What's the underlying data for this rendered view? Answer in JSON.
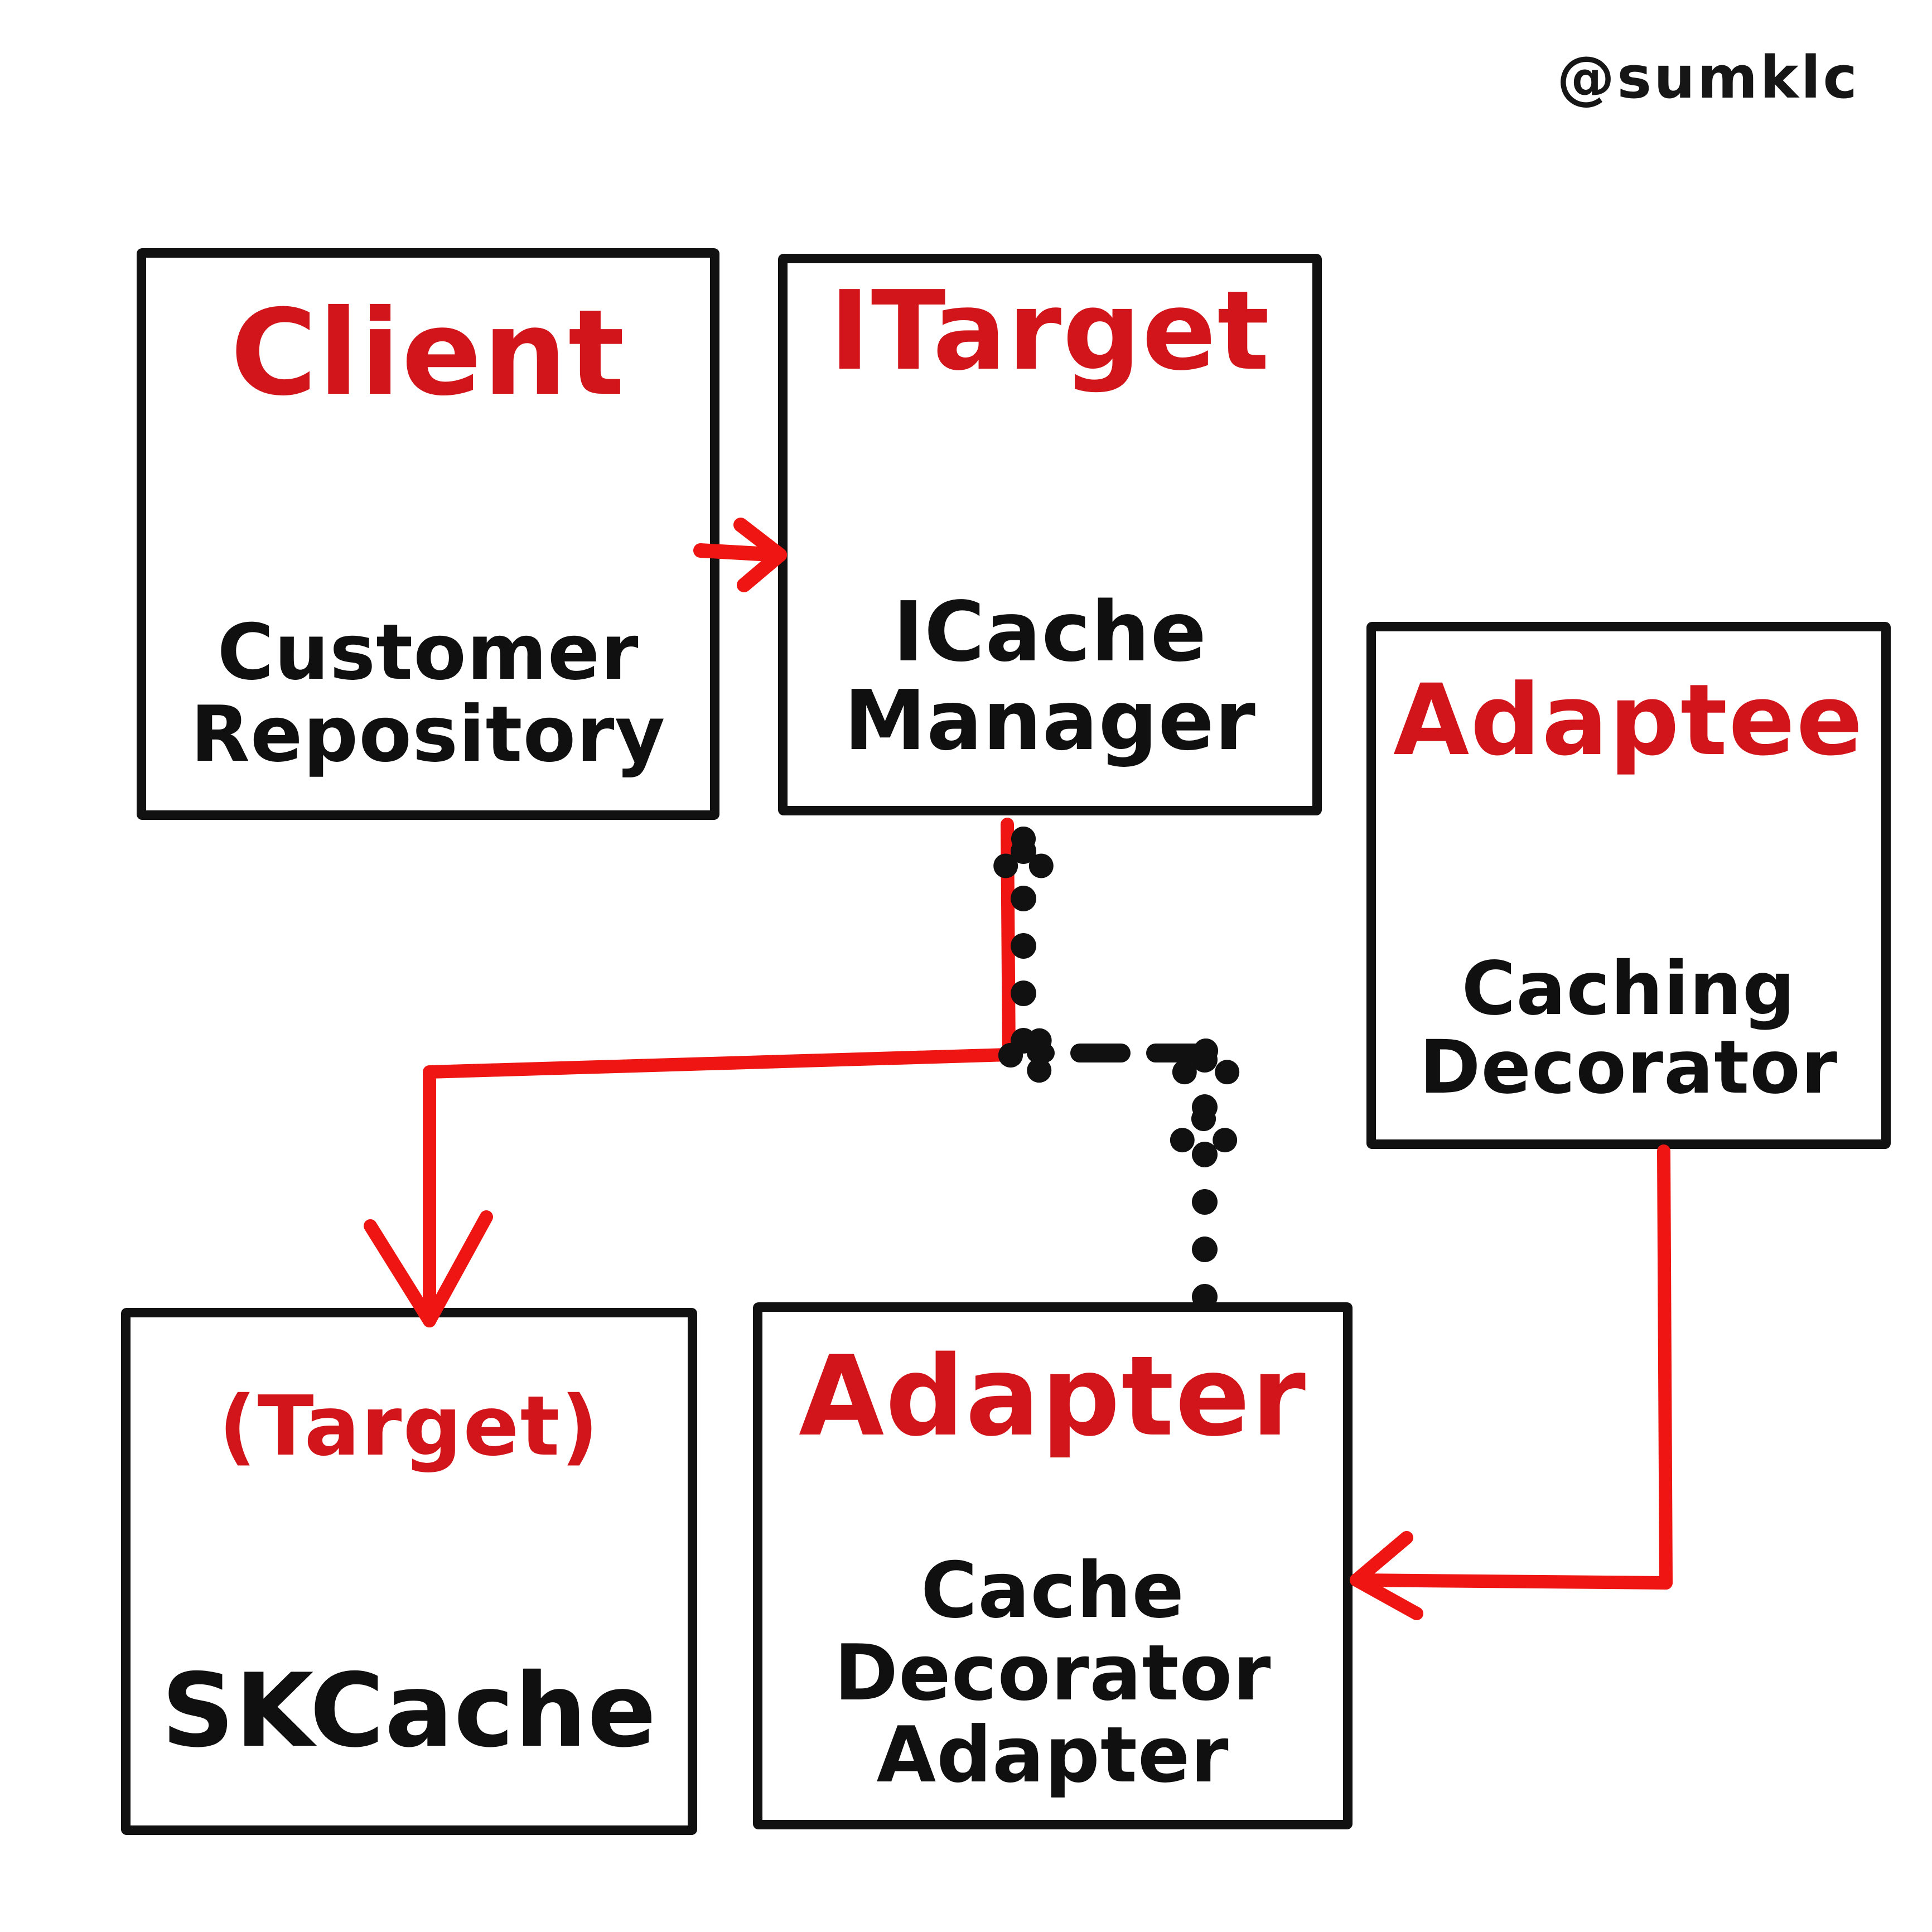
{
  "watermark": "@sumklc",
  "colors": {
    "title_red": "#d2151b",
    "arrow_red": "#ee1512",
    "ink_black": "#111111",
    "background": "#ffffff"
  },
  "nodes": {
    "client": {
      "role": "Client",
      "label": "Customer\nRepository"
    },
    "itarget": {
      "role": "ITarget",
      "label": "ICache\nManager"
    },
    "adaptee": {
      "role": "Adaptee",
      "label": "Caching\nDecorator"
    },
    "target": {
      "role": "(Target)",
      "label": "SKCache"
    },
    "adapter": {
      "role": "Adapter",
      "label": "Cache\nDecorator\nAdapter"
    }
  },
  "edges": [
    {
      "from": "Client (Customer Repository)",
      "to": "ITarget (ICache Manager)",
      "style": "solid",
      "color": "red",
      "direction": "right"
    },
    {
      "from": "ITarget (ICache Manager)",
      "to": "(Target) SKCache",
      "style": "solid",
      "color": "red",
      "direction": "down-left-down"
    },
    {
      "from": "Adapter (Cache Decorator Adapter)",
      "to": "ITarget (ICache Manager)",
      "style": "dotted",
      "color": "black",
      "direction": "up-left-up"
    },
    {
      "from": "Adaptee (Caching Decorator)",
      "to": "Adapter (Cache Decorator Adapter)",
      "style": "solid",
      "color": "red",
      "direction": "down-left"
    }
  ]
}
